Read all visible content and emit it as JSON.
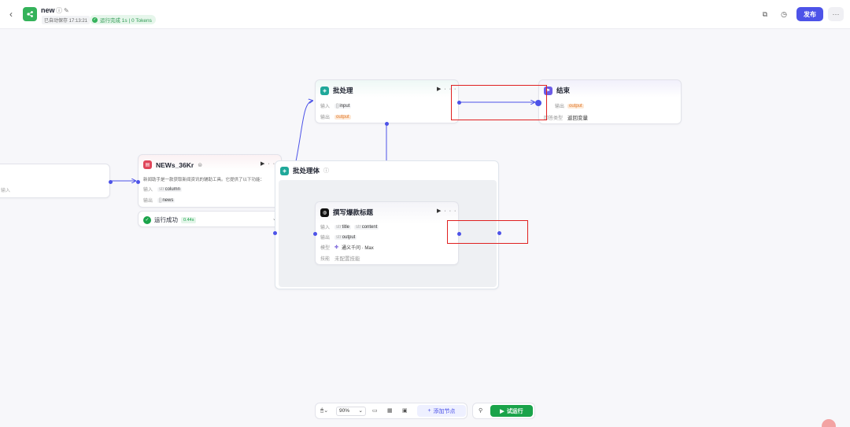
{
  "header": {
    "back_icon": "chevron-left-icon",
    "app_name": "new",
    "autosave": "已自动保存 17:13:21",
    "run_status": "运行完成 1s | 0 Tokens",
    "publish_label": "发布",
    "more_label": "···"
  },
  "nodes": {
    "start": {
      "label": "输入"
    },
    "news": {
      "title": "NEWs_36Kr",
      "desc": "新闻助手是一款获取新闻资讯的辅助工具。它提供了以下功能：",
      "input_label": "输入",
      "input_type": "str",
      "input_value": "column",
      "output_label": "输出",
      "output_type": "[]",
      "output_value": "news",
      "status_text": "运行成功",
      "status_time": "0.44s"
    },
    "batch": {
      "title": "批处理",
      "input_label": "输入",
      "input_type": "[]",
      "input_value": "input",
      "output_label": "输出",
      "output_value": "output"
    },
    "end": {
      "title": "结束",
      "output_label": "输出",
      "output_value": "output",
      "return_label": "回答类型",
      "return_value": "返回变量"
    },
    "batch_body": {
      "title": "批处理体"
    },
    "llm": {
      "title": "撰写爆款标题",
      "input_label": "输入",
      "input_type": "str",
      "input_value1": "title",
      "input_value2": "content",
      "output_label": "输出",
      "output_type": "str",
      "output_value": "output",
      "model_label": "模型",
      "model_value": "通义千问 · Max",
      "skill_label": "技能",
      "skill_value": "未配置技能"
    }
  },
  "toolbar": {
    "zoom": "90%",
    "add_node": "添加节点",
    "trial_run": "试运行"
  },
  "colors": {
    "accent": "#4d53e8",
    "success": "#1aa34a",
    "highlight": "#e02020"
  }
}
